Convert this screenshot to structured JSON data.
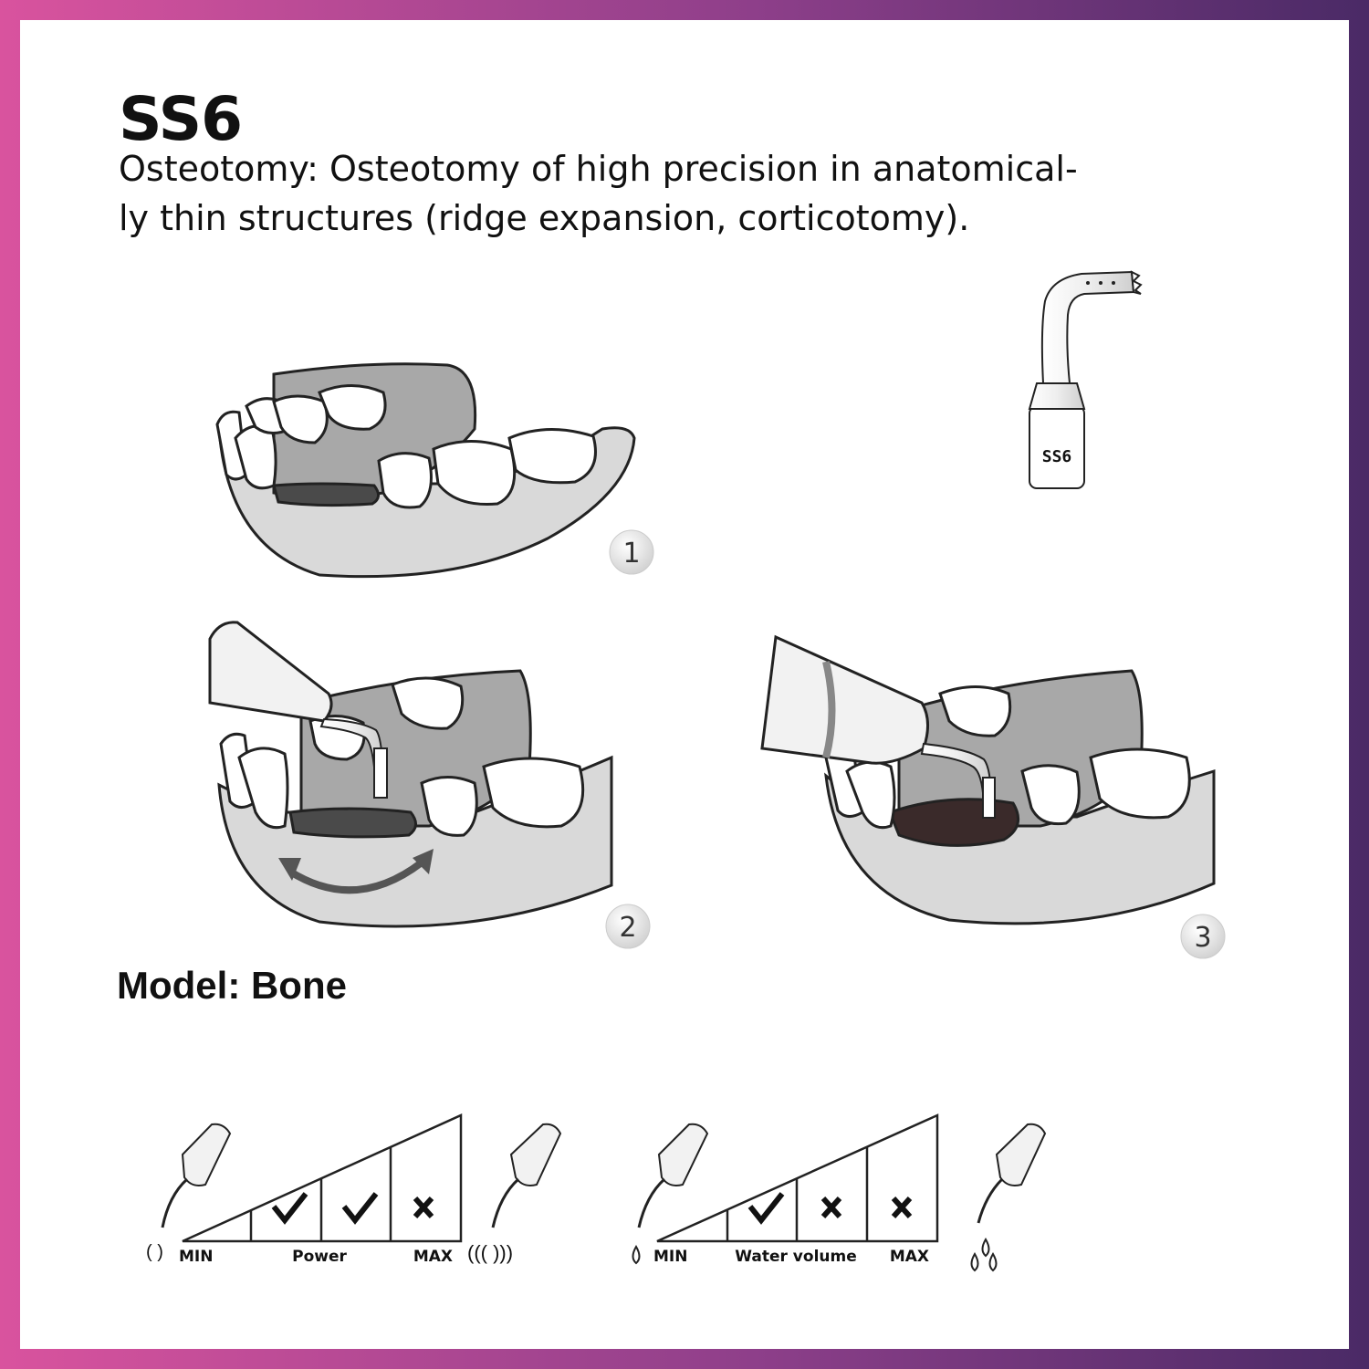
{
  "header": {
    "title": "SS6",
    "description_lines": [
      "Osteotomy: Osteotomy of high precision in anatomical-",
      "ly thin structures (ridge expansion, corticotomy)."
    ]
  },
  "tip": {
    "marking": "SS6"
  },
  "steps": [
    "1",
    "2",
    "3"
  ],
  "model": {
    "label": "Model: Bone"
  },
  "scales": [
    {
      "min_label": "MIN",
      "name": "Power",
      "max_label": "MAX",
      "cells": [
        "check",
        "check",
        "cross"
      ]
    },
    {
      "min_label": "MIN",
      "name": "Water volume",
      "max_label": "MAX",
      "cells": [
        "check",
        "cross",
        "cross"
      ]
    }
  ]
}
